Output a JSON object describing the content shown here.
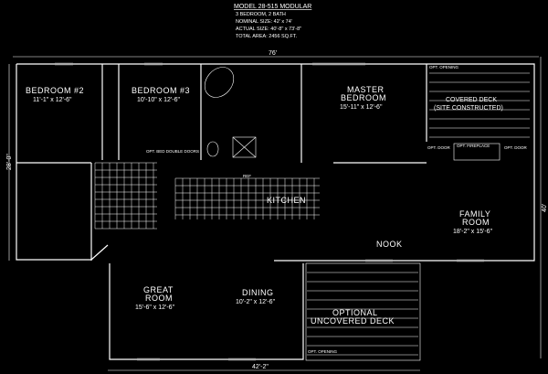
{
  "header": {
    "model": "MODEL 28-515 MODULAR",
    "beds_baths": "3 BEDROOM, 2 BATH",
    "nominal_size": "NOMINAL SIZE: 42' x 74'",
    "actual_size": "ACTUAL SIZE: 40'-8\" x 73'-8\"",
    "total_area": "TOTAL AREA: 2456 SQ.FT."
  },
  "dimensions": {
    "top": "76'",
    "left": "28'-0\"",
    "right": "40'",
    "bottom": "42'-2\""
  },
  "rooms": {
    "bedroom2": {
      "name": "BEDROOM #2",
      "size": "11'-1\" x 12'-6\""
    },
    "bedroom3": {
      "name": "BEDROOM #3",
      "size": "10'-10\" x 12'-6\""
    },
    "master": {
      "name1": "MASTER",
      "name2": "BEDROOM",
      "size": "15'-11\" x 12'-6\""
    },
    "covered_deck": {
      "name": "COVERED DECK",
      "note": "(SITE CONSTRUCTED)"
    },
    "kitchen": {
      "name": "KITCHEN"
    },
    "family": {
      "name1": "FAMILY",
      "name2": "ROOM",
      "size": "18'-2\" x 15'-6\""
    },
    "nook": {
      "name": "NOOK"
    },
    "great": {
      "name1": "GREAT",
      "name2": "ROOM",
      "size": "15'-6\" x 12'-6\""
    },
    "dining": {
      "name": "DINING",
      "size": "10'-2\" x 12'-6\""
    },
    "uncovered_deck": {
      "name1": "OPTIONAL",
      "name2": "UNCOVERED DECK"
    }
  },
  "notes": {
    "opt_opening": "OPT. OPENING",
    "opt_fireplace": "OPT. FIREPLACE",
    "opt_door_left": "OPT. DOOR",
    "opt_door_right": "OPT. DOOR",
    "opt_double_doors": "OPT. BED DOUBLE DOORS",
    "opt_opening_deck": "OPT. OPENING",
    "ref": "REF"
  }
}
